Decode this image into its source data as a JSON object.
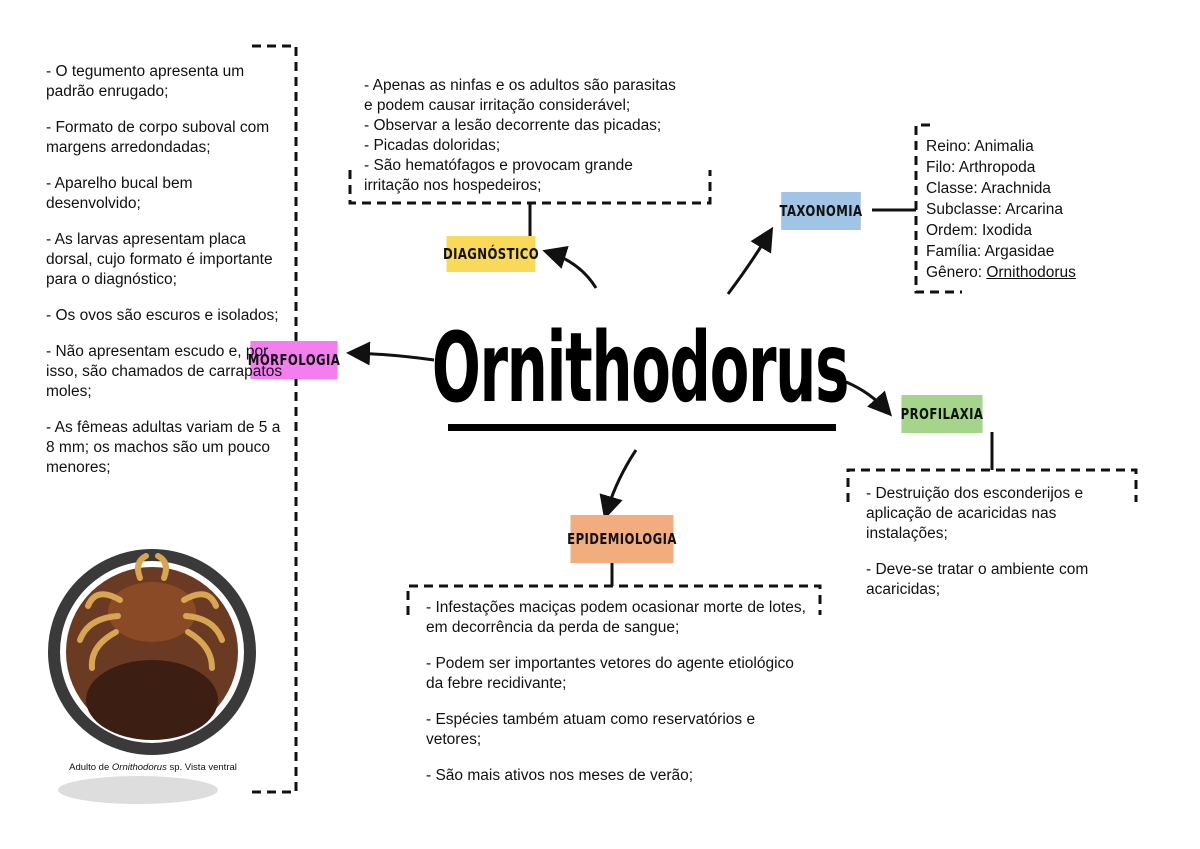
{
  "title": "Ornithodorus",
  "labels": {
    "diagnostico": "DIAGNÓSTICO",
    "taxonomia": "TAXONOMIA",
    "morfologia": "MORFOLOGIA",
    "profilaxia": "PROFILAXIA",
    "epidemiologia": "EPIDEMIOLOGIA"
  },
  "colors": {
    "diagnostico": "#f9d95a",
    "taxonomia": "#9fc4e6",
    "morfologia": "#f47ef0",
    "profilaxia": "#a4d58a",
    "epidemiologia": "#f2ad7e"
  },
  "diagnostico": [
    "- Apenas as ninfas e os adultos são parasitas",
    "e podem causar irritação considerável;",
    "- Observar a lesão decorrente das picadas;",
    "- Picadas doloridas;",
    "- São hematófagos e provocam grande",
    "irritação nos hospedeiros;"
  ],
  "taxonomia": {
    "reino": "Reino: Animalia",
    "filo": "Filo: Arthropoda",
    "classe": "Classe: Arachnida",
    "subclasse": "Subclasse: Arcarina",
    "ordem": "Ordem: Ixodida",
    "familia": "Família: Argasidae",
    "genero_prefix": "Gênero: ",
    "genero_name": "Ornithodorus"
  },
  "morfologia": [
    "- O tegumento apresenta um padrão enrugado;",
    "- Formato de corpo suboval com margens arredondadas;",
    "- Aparelho bucal bem desenvolvido;",
    "- As larvas apresentam placa dorsal, cujo formato é importante para o diagnóstico;",
    "- Os ovos são escuros e isolados;",
    "- Não apresentam escudo e, por isso, são chamados de carrapatos moles;",
    "- As fêmeas adultas variam de 5 a 8 mm; os machos são um pouco menores;"
  ],
  "caption": {
    "prefix": "Adulto de ",
    "genus": "Ornithodorus",
    "suffix": " sp. Vista ventral"
  },
  "profilaxia": [
    "- Destruição dos esconderijos e aplicação de acaricidas nas instalações;",
    "- Deve-se tratar o ambiente com acaricidas;"
  ],
  "epidemiologia": [
    "- Infestações maciças podem ocasionar morte de lotes, em decorrência da perda de sangue;",
    "- Podem ser importantes vetores do agente etiológico da febre recidivante;",
    "- Espécies também atuam como reservatórios e vetores;",
    "- São mais ativos nos meses de verão;"
  ]
}
